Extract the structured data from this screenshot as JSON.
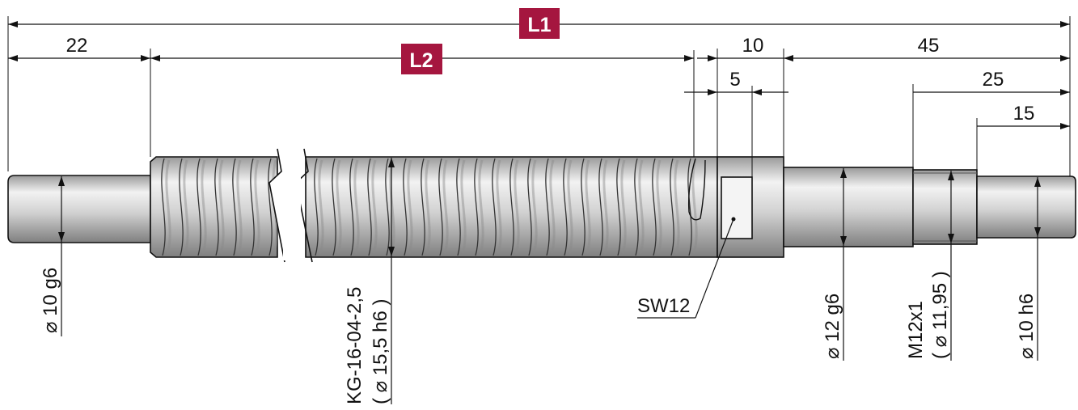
{
  "badges": {
    "l1": "L1",
    "l2": "L2"
  },
  "dimensions": {
    "d22": "22",
    "d10": "10",
    "d45": "45",
    "d5": "5",
    "d25": "25",
    "d15": "15"
  },
  "callouts": {
    "left_journal": "⌀ 10 g6",
    "thread_spec": "KG-16-04-2,5",
    "thread_dia": "( ⌀ 15,5 h6 )",
    "wrench_flat": "SW12",
    "bearing_journal": "⌀ 12 g6",
    "metric_thread": "M12x1",
    "metric_thread_dia": "( ⌀ 11,95 )",
    "right_journal": "⌀ 10 h6"
  },
  "colors": {
    "badge": "#A5163F",
    "line": "#111111",
    "steel": "#C8C8C8"
  }
}
